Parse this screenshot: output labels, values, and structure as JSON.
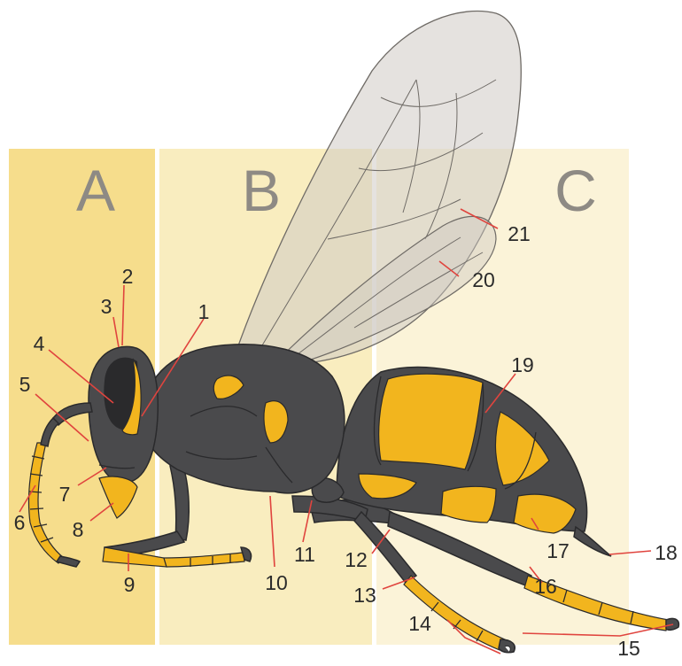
{
  "regions": [
    {
      "id": "A",
      "label": "A",
      "color": "#f6dd8c"
    },
    {
      "id": "B",
      "label": "B",
      "color": "#f9edbf"
    },
    {
      "id": "C",
      "label": "C",
      "color": "#fbf3d8"
    }
  ],
  "callouts": [
    {
      "num": "1"
    },
    {
      "num": "2"
    },
    {
      "num": "3"
    },
    {
      "num": "4"
    },
    {
      "num": "5"
    },
    {
      "num": "6"
    },
    {
      "num": "7"
    },
    {
      "num": "8"
    },
    {
      "num": "9"
    },
    {
      "num": "10"
    },
    {
      "num": "11"
    },
    {
      "num": "12"
    },
    {
      "num": "13"
    },
    {
      "num": "14"
    },
    {
      "num": "15"
    },
    {
      "num": "16"
    },
    {
      "num": "17"
    },
    {
      "num": "18"
    },
    {
      "num": "19"
    },
    {
      "num": "20"
    },
    {
      "num": "21"
    }
  ],
  "colors": {
    "body": "#4a4a4c",
    "markings": "#f2b51e",
    "leader_lines": "#e0443e",
    "wings": "#cfcac4"
  }
}
